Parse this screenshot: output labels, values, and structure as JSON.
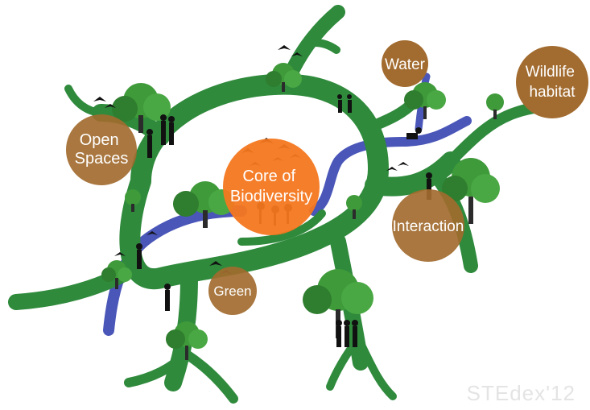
{
  "diagram": {
    "center_label": [
      "Core of",
      "Biodiversity"
    ],
    "nodes": [
      {
        "id": "open-spaces",
        "label": [
          "Open",
          "Spaces"
        ]
      },
      {
        "id": "water",
        "label": [
          "Water"
        ]
      },
      {
        "id": "wildlife-habitat",
        "label": [
          "Wildlife",
          "habitat"
        ]
      },
      {
        "id": "interaction",
        "label": [
          "Interaction"
        ]
      },
      {
        "id": "green",
        "label": [
          "Green"
        ]
      }
    ],
    "watermark": "STEdex'12"
  },
  "colors": {
    "branch_green": "#2f8a3c",
    "river_blue": "#4a56b8",
    "node_brown": "#a26b2f",
    "core_orange": "#f4771f",
    "silhouette": "#111111",
    "tree_foliage": "#3f9a3a"
  }
}
